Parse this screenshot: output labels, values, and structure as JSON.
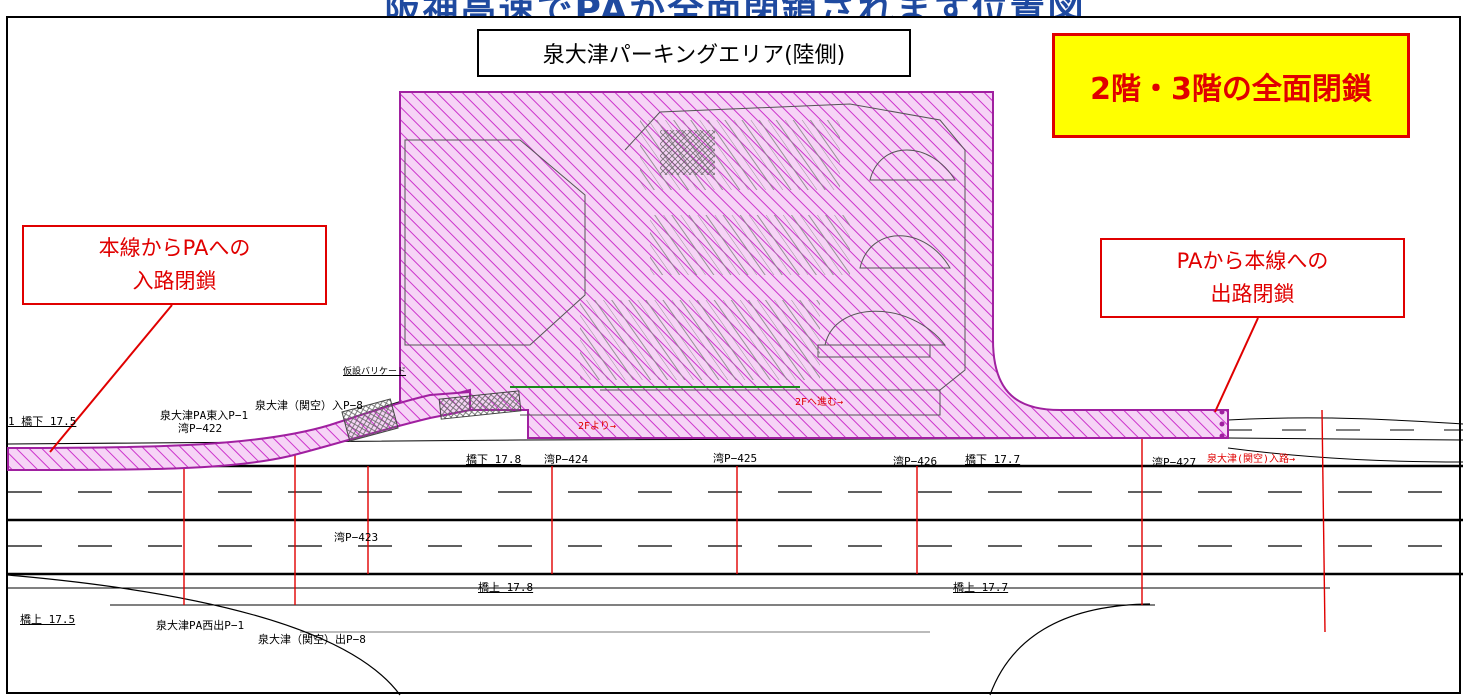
{
  "header": {
    "title": "阪神高速でPAが全面閉鎖されます位置図"
  },
  "map": {
    "title": "泉大津パーキングエリア(陸側)",
    "closure_note": "2階・3階の全面閉鎖",
    "callout_entry": {
      "line1": "本線からPAへの",
      "line2": "入路閉鎖"
    },
    "callout_exit": {
      "line1": "PAから本線への",
      "line2": "出路閉鎖"
    },
    "colors": {
      "closure_hatch": "#cc33cc",
      "callout_red": "#e00000",
      "note_bg": "#ffff00",
      "header_blue": "#1f4aa0"
    }
  },
  "labels": {
    "kyokka_left": "1 橋下 17.5",
    "pa_entry_pole": "泉大津PA東入P−1",
    "p422": "湾P−422",
    "kanku_in": "泉大津（関空）入P−8",
    "barricade": "仮設バリケード",
    "kyokka_178a": "橋下 17.8",
    "p424": "湾P−424",
    "p425": "湾P−425",
    "p426": "湾P−426",
    "kyokka_177a": "橋下 17.7",
    "p427": "湾P−427",
    "kanku_ramp": "泉大津(関空)入路→",
    "to_2f": "2Fへ進む→",
    "from_2f": "2Fより→",
    "p423": "湾P−423",
    "kyojo_178": "橋上 17.8",
    "kyojo_177": "橋上 17.7",
    "kyojo_175": "橋上 17.5",
    "pa_west_exit": "泉大津PA西出P−1",
    "kanku_out": "泉大津（関空）出P−8"
  }
}
